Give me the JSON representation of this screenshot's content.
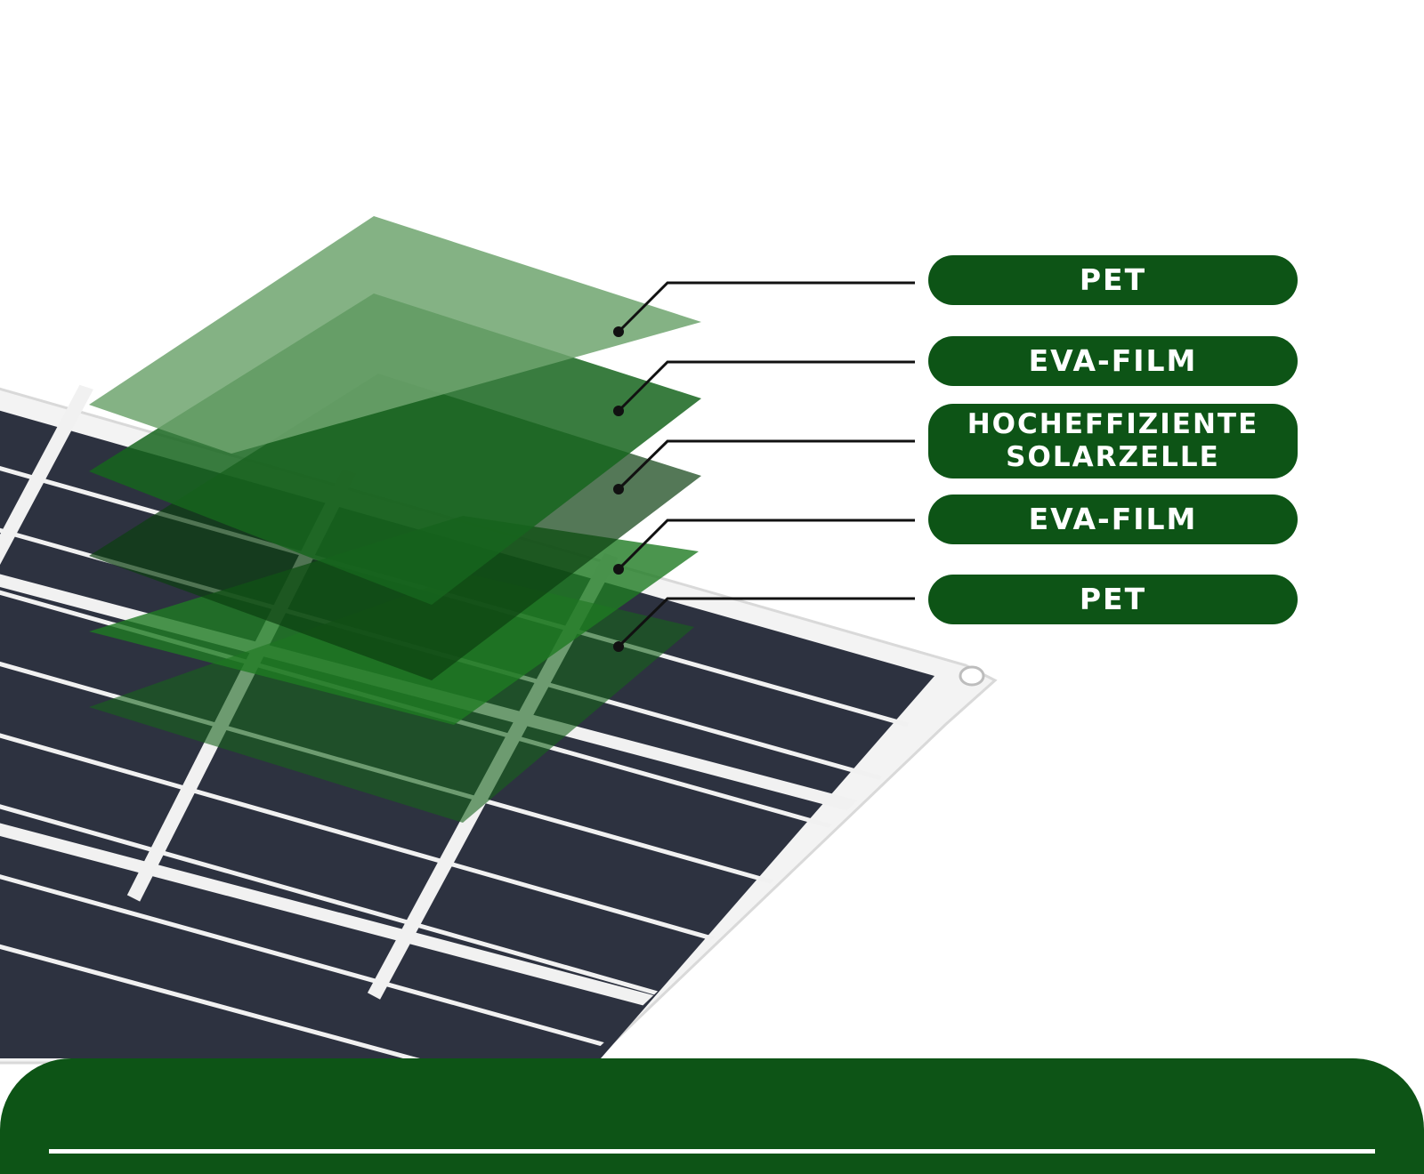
{
  "diagram": {
    "layers": [
      {
        "label": "PET",
        "fill": "#6ea46f",
        "opacity": 0.85
      },
      {
        "label": "EVA-FILM",
        "fill": "#16651d",
        "opacity": 0.85
      },
      {
        "label": "HOCHEFFIZIENTE\nSOLARZELLE",
        "fill": "#0c3f10",
        "opacity": 0.7
      },
      {
        "label": "EVA-FILM",
        "fill": "#1e7a22",
        "opacity": 0.8
      },
      {
        "label": "PET",
        "fill": "#16621b",
        "opacity": 0.6
      }
    ]
  },
  "colors": {
    "pill": "#0d5416",
    "panel_cell": "#2d3240",
    "panel_frame": "#ffffff",
    "leader": "#111111"
  }
}
